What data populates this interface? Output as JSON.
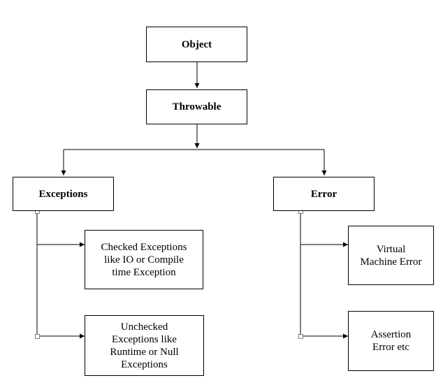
{
  "diagram": {
    "object": "Object",
    "throwable": "Throwable",
    "exceptions": "Exceptions",
    "error": "Error",
    "checked": "Checked Exceptions\nlike IO or Compile\ntime Exception",
    "unchecked": "Unchecked\nExceptions like\nRuntime or Null\nExceptions",
    "virtual_machine_error": "Virtual\nMachine Error",
    "assertion_error": "Assertion\nError etc"
  }
}
